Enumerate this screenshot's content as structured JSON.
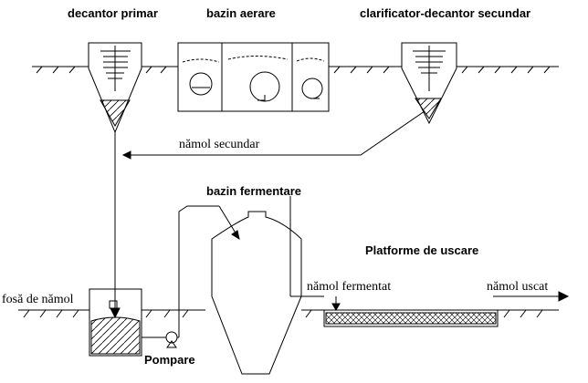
{
  "labels": {
    "primary_decanter": "decantor primar",
    "aeration_basin": "bazin aerare",
    "secondary_clarifier": "clarificator-decantor secundar",
    "secondary_sludge": "nămol secundar",
    "fermentation_basin": "bazin fermentare",
    "drying_platforms": "Platforme de uscare",
    "fermented_sludge": "nămol fermentat",
    "dried_sludge": "nămol uscat",
    "sludge_pit": "fosă de nămol",
    "pumping": "Pompare"
  },
  "colors": {
    "stroke": "#000000",
    "background": "#ffffff"
  }
}
